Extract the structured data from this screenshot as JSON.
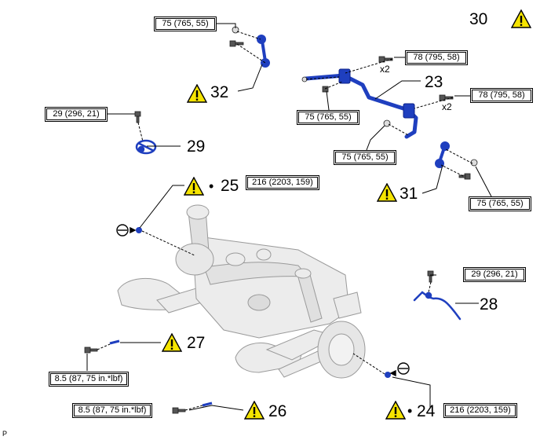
{
  "torque_specs": {
    "t1": "75 (765, 55)",
    "t2": "78 (795, 58)",
    "t3": "75 (765, 55)",
    "t4": "78 (795, 58)",
    "t5": "29 (296, 21)",
    "t6": "75 (765, 55)",
    "t7": "216 (2203, 159)",
    "t8": "75 (765, 55)",
    "t9": "29 (296, 21)",
    "t10": "8.5 (87, 75 in.*lbf)",
    "t11": "8.5 (87, 75 in.*lbf)",
    "t12": "216 (2203, 159)"
  },
  "quantities": {
    "q1": "x2",
    "q2": "x2"
  },
  "callouts": {
    "c30": "30",
    "c32": "32",
    "c23": "23",
    "c29": "29",
    "c25": "25",
    "c31": "31",
    "c28": "28",
    "c27": "27",
    "c26": "26",
    "c24": "24"
  },
  "bullet": "•",
  "page_mark": "P",
  "colors": {
    "part_blue": "#1f3fbf",
    "warning_yellow": "#f5e400",
    "line": "#000000",
    "ghost_gray": "#d9d9d9"
  }
}
